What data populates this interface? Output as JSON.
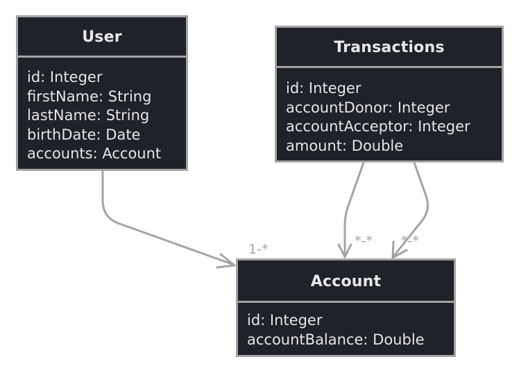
{
  "colors": {
    "class_fill": "#1f2228",
    "class_border": "#a3a3a3",
    "text": "#e8e8e8",
    "edge": "#a3a3a3",
    "background": "#ffffff"
  },
  "classes": {
    "user": {
      "name": "User",
      "attributes": [
        "id: Integer",
        "firstName: String",
        "lastName: String",
        "birthDate: Date",
        "accounts: Account"
      ]
    },
    "transactions": {
      "name": "Transactions",
      "attributes": [
        "id: Integer",
        "accountDonor: Integer",
        "accountAcceptor: Integer",
        "amount: Double"
      ]
    },
    "account": {
      "name": "Account",
      "attributes": [
        "id: Integer",
        "accountBalance: Double"
      ]
    }
  },
  "relations": [
    {
      "from": "User",
      "to": "Account",
      "multiplicity": "1-*"
    },
    {
      "from": "Transactions",
      "to": "Account",
      "multiplicity": "*-*"
    },
    {
      "from": "Transactions",
      "to": "Account",
      "multiplicity": "*-*"
    }
  ]
}
